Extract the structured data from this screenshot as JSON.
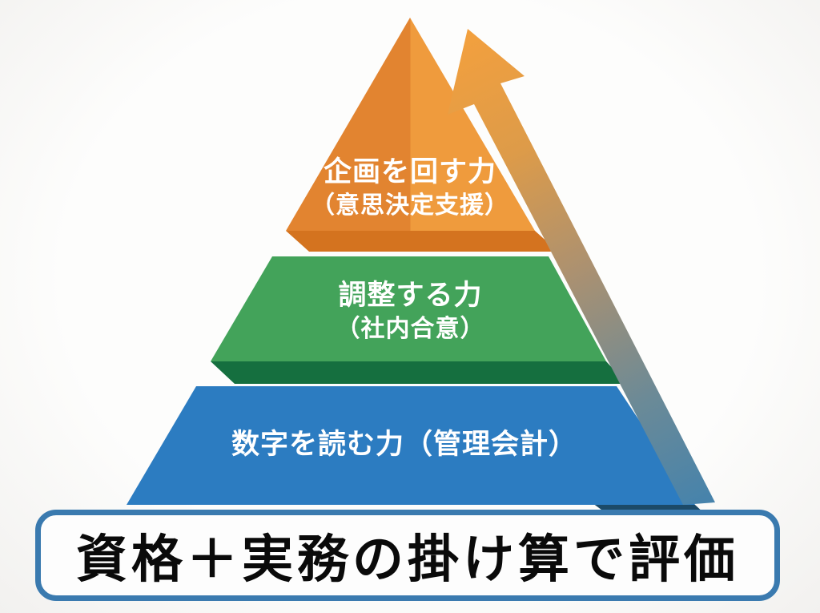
{
  "diagram_title": "資格＋実務の掛け算で評価",
  "pyramid": {
    "tiers": [
      {
        "id": "top",
        "line1": "企画を回す力",
        "line2": "（意思決定支援）",
        "color_left": "#E28430",
        "color_right": "#EF9B3D",
        "shadow_color": "#D4731F"
      },
      {
        "id": "middle",
        "line1": "調整する力",
        "line2": "（社内合意）",
        "color": "#43A35A",
        "shadow_color": "#156F3F"
      },
      {
        "id": "bottom",
        "line1": "数字を読む力（管理会計）",
        "color": "#2C7CC1",
        "shadow_color": "#1C4A68"
      }
    ]
  },
  "arrow": {
    "description": "upward-arrow",
    "stop_top": "#F3A03E",
    "stop_upper_mid": "#DD9B49",
    "stop_mid": "#AC9170",
    "stop_lower_mid": "#6B8A97",
    "stop_bottom": "#4783AB"
  },
  "banner": {
    "text": "資格＋実務の掛け算で評価",
    "border_color": "#3A7AAF",
    "background": "#FDFDFD",
    "text_color": "#0A0A0A"
  }
}
